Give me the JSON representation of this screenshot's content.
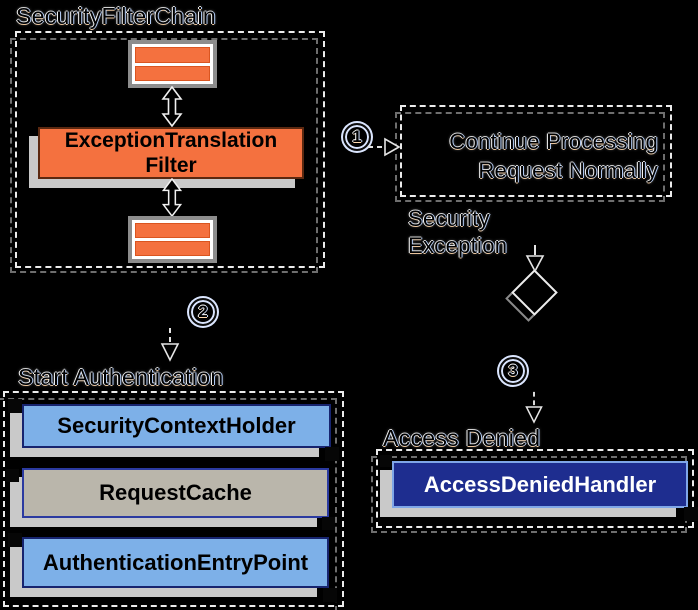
{
  "filter_chain": {
    "title": "SecurityFilterChain",
    "exception_filter_line1": "ExceptionTranslation",
    "exception_filter_line2": "Filter"
  },
  "flow": {
    "marker1": "1",
    "marker2": "2",
    "marker3": "3",
    "continue_line1": "Continue Processing",
    "continue_line2": "Request Normally",
    "security_exception_line1": "Security",
    "security_exception_line2": "Exception"
  },
  "start_authentication": {
    "label": "Start Authentication",
    "boxes": [
      "SecurityContextHolder",
      "RequestCache",
      "AuthenticationEntryPoint"
    ]
  },
  "access_denied": {
    "label": "Access Denied",
    "handler": "AccessDeniedHandler"
  },
  "colors": {
    "background": "#000000",
    "orange_fill": "#f4713f",
    "orange_border": "#da5520",
    "light_blue_fill": "#7db0e8",
    "navy_fill": "#1e2d8f",
    "navy_border": "#17246f",
    "tan_fill": "#bab6ab",
    "blue_border": "#2b3aa0",
    "container_gray": "#8d8d8d",
    "shadow_gray": "#c9c9c9",
    "dash_white": "#ececec"
  }
}
